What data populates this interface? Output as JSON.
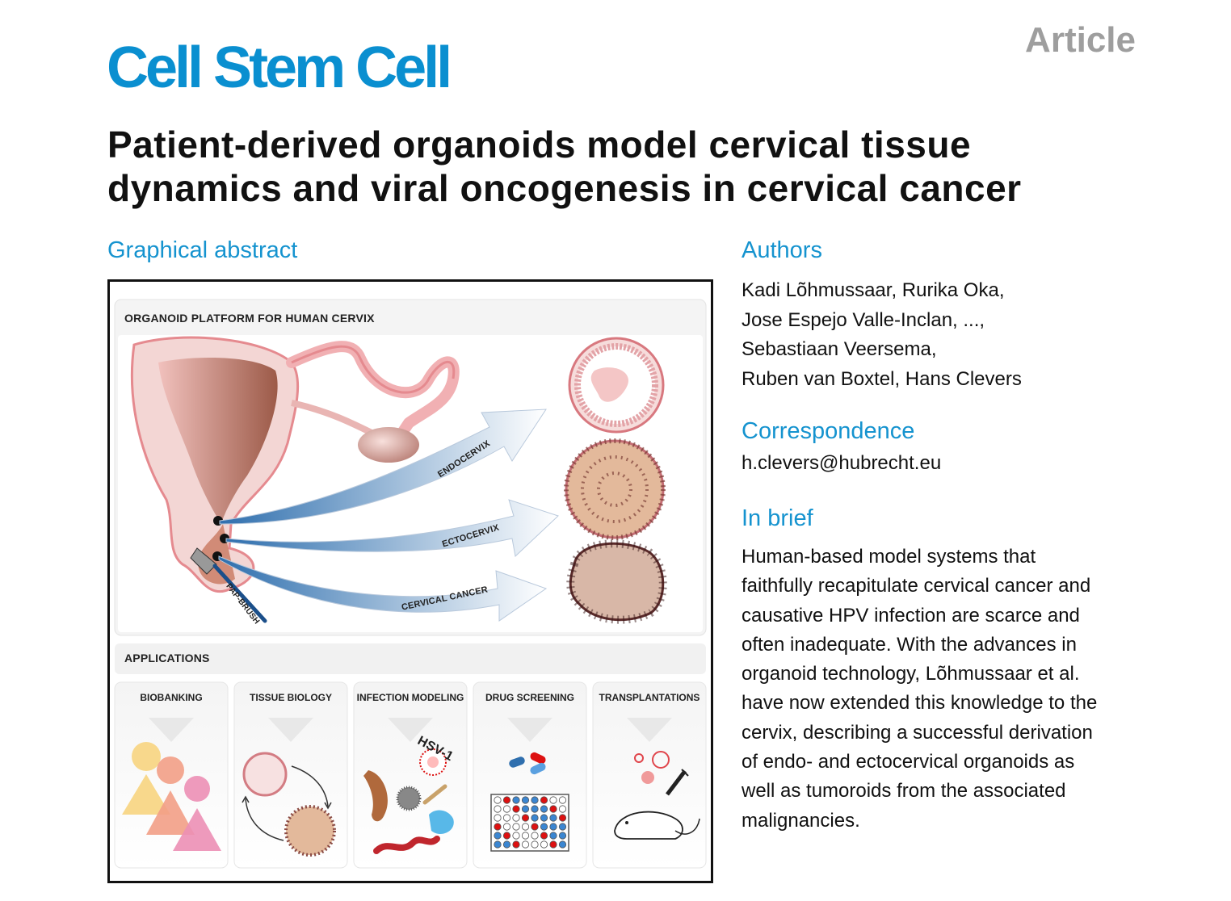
{
  "header": {
    "journal": "Cell Stem Cell",
    "article_type": "Article"
  },
  "title_lines": [
    "Patient-derived organoids model cervical tissue",
    "dynamics and viral oncogenesis in cervical cancer"
  ],
  "graphical_abstract": {
    "heading": "Graphical abstract",
    "platform_label": "ORGANOID PLATFORM FOR HUMAN CERVIX",
    "arrow_labels": [
      "ENDOCERVIX",
      "ECTOCERVIX",
      "CERVICAL CANCER"
    ],
    "brush_label": "PAP-BRUSH",
    "applications_label": "APPLICATIONS",
    "applications": [
      "BIOBANKING",
      "TISSUE BIOLOGY",
      "INFECTION MODELING",
      "DRUG SCREENING",
      "TRANSPLANTATIONS"
    ],
    "virus_label": "HSV-1",
    "colors": {
      "tissue_pink": "#e8868c",
      "tissue_light": "#f4c6c6",
      "arrow_blue": "#3a78b5",
      "organoid_tan": "#e3b99b",
      "panel_gray": "#f0f0f0"
    }
  },
  "authors": {
    "heading": "Authors",
    "lines": [
      "Kadi Lõhmussaar, Rurika Oka,",
      "Jose Espejo Valle-Inclan, ...,",
      "Sebastiaan Veersema,",
      "Ruben van Boxtel, Hans Clevers"
    ]
  },
  "correspondence": {
    "heading": "Correspondence",
    "email": "h.clevers@hubrecht.eu"
  },
  "in_brief": {
    "heading": "In brief",
    "lines": [
      "Human-based model systems that",
      "faithfully recapitulate cervical cancer and",
      "causative HPV infection are scarce and",
      "often inadequate. With the advances in",
      "organoid technology, Lõhmussaar et al.",
      "have now extended this knowledge to the",
      "cervix, describing a successful derivation",
      "of endo- and ectocervical organoids as",
      "well as tumoroids from the associated",
      "malignancies."
    ]
  }
}
